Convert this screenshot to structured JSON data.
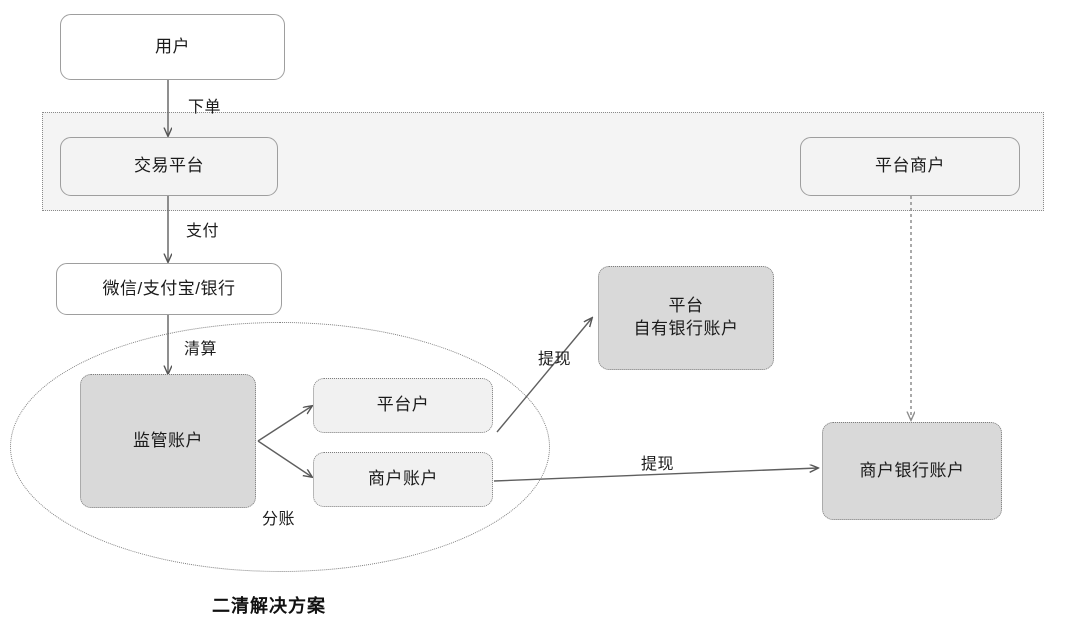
{
  "diagram": {
    "caption": "二清解决方案",
    "nodes": [
      {
        "id": "user",
        "label": "用户"
      },
      {
        "id": "trade-platform",
        "label": "交易平台"
      },
      {
        "id": "platform-merchant",
        "label": "平台商户"
      },
      {
        "id": "payment-channel",
        "label": "微信/支付宝/银行"
      },
      {
        "id": "platform-own-bank",
        "label": "平台\n自有银行账户"
      },
      {
        "id": "custody-account",
        "label": "监管账户"
      },
      {
        "id": "platform-sub",
        "label": "平台户"
      },
      {
        "id": "merchant-sub",
        "label": "商户账户"
      },
      {
        "id": "merchant-bank",
        "label": "商户银行账户"
      }
    ],
    "edges": [
      {
        "id": "order",
        "label": "下单",
        "from": "user",
        "to": "trade-platform"
      },
      {
        "id": "pay",
        "label": "支付",
        "from": "trade-platform",
        "to": "payment-channel"
      },
      {
        "id": "settle",
        "label": "清算",
        "from": "payment-channel",
        "to": "custody-account"
      },
      {
        "id": "split",
        "label": "分账",
        "from": "custody-account",
        "to": "platform-sub"
      },
      {
        "id": "withdraw-1",
        "label": "提现",
        "from": "platform-sub",
        "to": "platform-own-bank"
      },
      {
        "id": "withdraw-2",
        "label": "提现",
        "from": "merchant-sub",
        "to": "merchant-bank"
      },
      {
        "id": "bind",
        "label": "",
        "from": "platform-merchant",
        "to": "merchant-bank"
      }
    ],
    "colors": {
      "stroke": "#6e6e6e",
      "node_border": "#9e9e9e",
      "dotted_border": "#7d7d7d",
      "fill_white": "#ffffff",
      "fill_tint": "#f3f3f3",
      "fill_light": "#f1f1f1",
      "fill_grey": "#d9d9d9",
      "group_fill": "#f4f4f4",
      "text": "#1b1b1b"
    }
  }
}
